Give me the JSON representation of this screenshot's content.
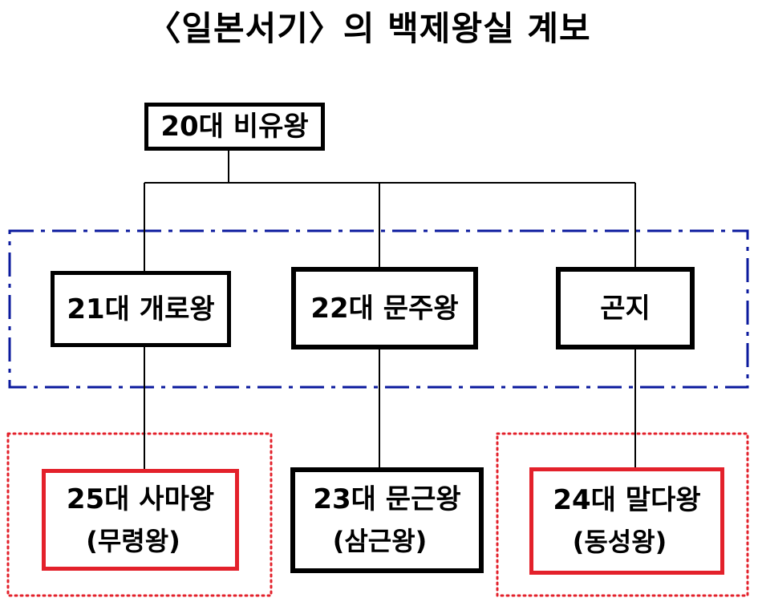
{
  "title": "〈일본서기〉의 백제왕실 계보",
  "colors": {
    "box_border": "#000000",
    "highlight_border": "#e3212b",
    "generation_group_outline": "#0b1a9e",
    "highlight_group_outline": "#e3212b",
    "connector": "#000000"
  },
  "nodes": {
    "gen20": {
      "label": "20대 비유왕"
    },
    "gen21": {
      "label": "21대 개로왕"
    },
    "gen22": {
      "label": "22대 문주왕"
    },
    "gonji": {
      "label": "곤지"
    },
    "gen25": {
      "label": "25대 사마왕",
      "alias": "(무령왕)"
    },
    "gen23": {
      "label": "23대 문근왕",
      "alias": "(삼근왕)"
    },
    "gen24": {
      "label": "24대 말다왕",
      "alias": "(동성왕)"
    }
  }
}
